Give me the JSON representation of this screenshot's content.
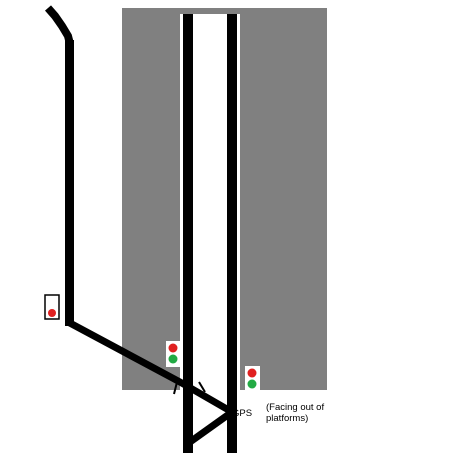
{
  "colors": {
    "background": "#ffffff",
    "platform": "#808080",
    "track": "#000000",
    "signal_red": "#e02020",
    "signal_green": "#22aa44",
    "signal_box_border": "#000000"
  },
  "labels": {
    "gps": "GPS",
    "facing_note": "(Facing out of platforms)"
  },
  "signals": [
    {
      "id": "signal-left",
      "aspects": [
        "red"
      ]
    },
    {
      "id": "signal-mid",
      "aspects": [
        "red",
        "green"
      ]
    },
    {
      "id": "signal-right",
      "aspects": [
        "red",
        "green"
      ]
    }
  ]
}
